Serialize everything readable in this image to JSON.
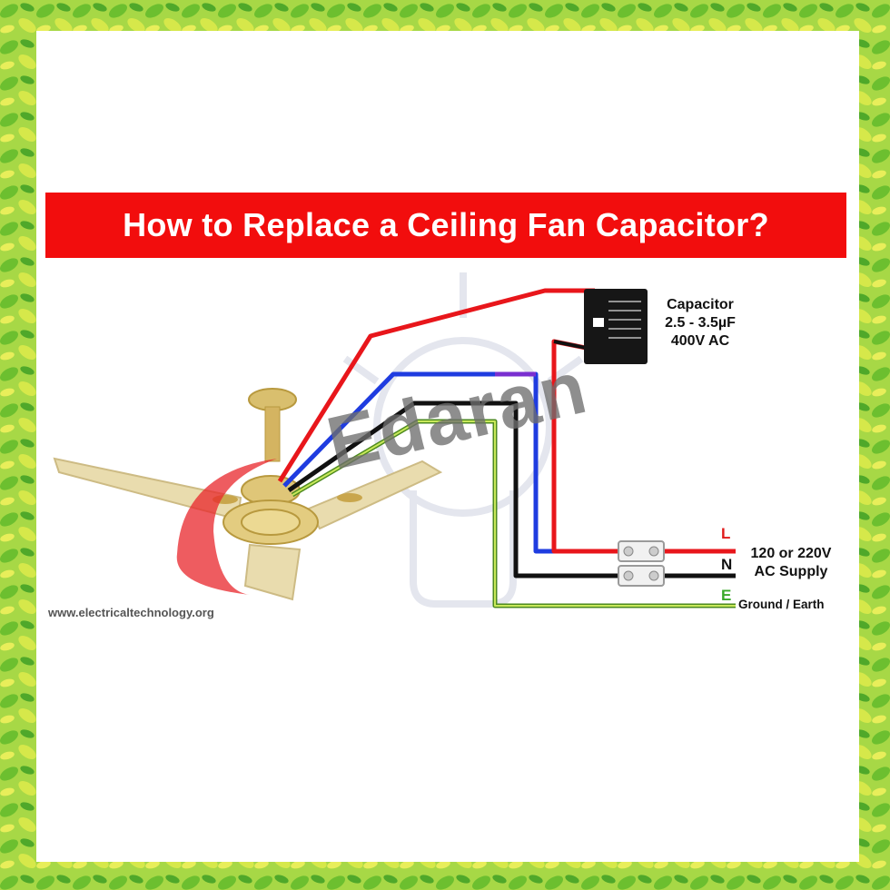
{
  "title": "How to Replace a Ceiling Fan Capacitor?",
  "capacitor": {
    "name": "Capacitor",
    "rating": "2.5 - 3.5µF",
    "voltage": "400V AC"
  },
  "terminals": {
    "live": "L",
    "neutral": "N",
    "earth": "E"
  },
  "supply": {
    "line1": "120 or 220V",
    "line2": "AC Supply"
  },
  "ground_label": "Ground / Earth",
  "website": "www.electricaltechnology.org",
  "watermark": "Edaran",
  "colors": {
    "title_bg": "#f20d0d",
    "live_wire": "#e8161b",
    "neutral_wire": "#111111",
    "fan_wire": "#1f3ce0",
    "earth_wire": "#8cc63f",
    "border_green": "#7bc043"
  }
}
